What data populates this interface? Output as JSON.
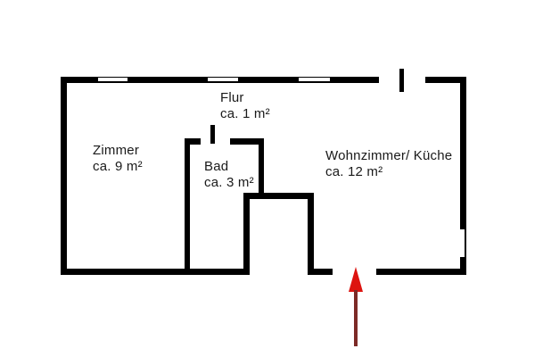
{
  "rooms": {
    "flur": {
      "name": "Flur",
      "area": "ca. 1 m²"
    },
    "zimmer": {
      "name": "Zimmer",
      "area": "ca. 9 m²"
    },
    "bad": {
      "name": "Bad",
      "area": "ca. 3 m²"
    },
    "wohnzimmer_kueche": {
      "name": "Wohnzimmer/ Küche",
      "area": "ca. 12 m²"
    }
  },
  "colors": {
    "wall": "#000000",
    "background": "#ffffff",
    "text": "#1a1a1a",
    "arrow_head": "#dd1410",
    "arrow_shaft": "#7c2a26"
  },
  "icons": {
    "entrance_arrow": "red-up-arrow"
  }
}
